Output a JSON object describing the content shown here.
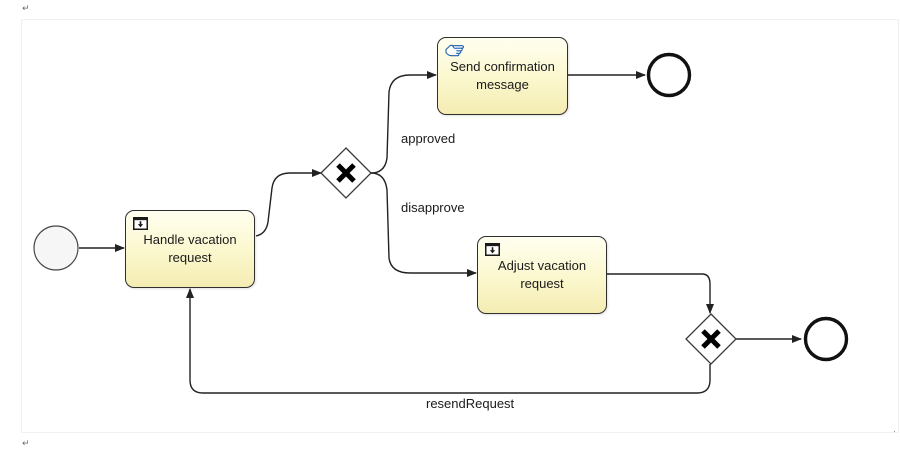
{
  "document": {
    "paragraph_mark": "↵"
  },
  "nodes": {
    "handle_request": {
      "label": "Handle vacation\nrequest",
      "marker": "form-task-icon"
    },
    "send_confirmation": {
      "label": "Send confirmation\nmessage",
      "marker": "manual-task-hand-icon"
    },
    "adjust_request": {
      "label": "Adjust vacation\nrequest",
      "marker": "form-task-icon"
    },
    "start_event": {
      "type": "start-event"
    },
    "end_event_approved": {
      "type": "end-event"
    },
    "end_event_final": {
      "type": "end-event"
    },
    "approval_gateway": {
      "type": "exclusive-gateway"
    },
    "resend_gateway": {
      "type": "exclusive-gateway"
    }
  },
  "flows": {
    "approved": "approved",
    "disapprove": "disapprove",
    "resend_request": "resendRequest"
  },
  "colors": {
    "stroke": "#222222",
    "task_fill_top": "#fffff0",
    "task_fill_bottom": "#f4ecb2",
    "start_event_fill": "#f6f6f6",
    "gateway_fill": "#ffffff"
  }
}
